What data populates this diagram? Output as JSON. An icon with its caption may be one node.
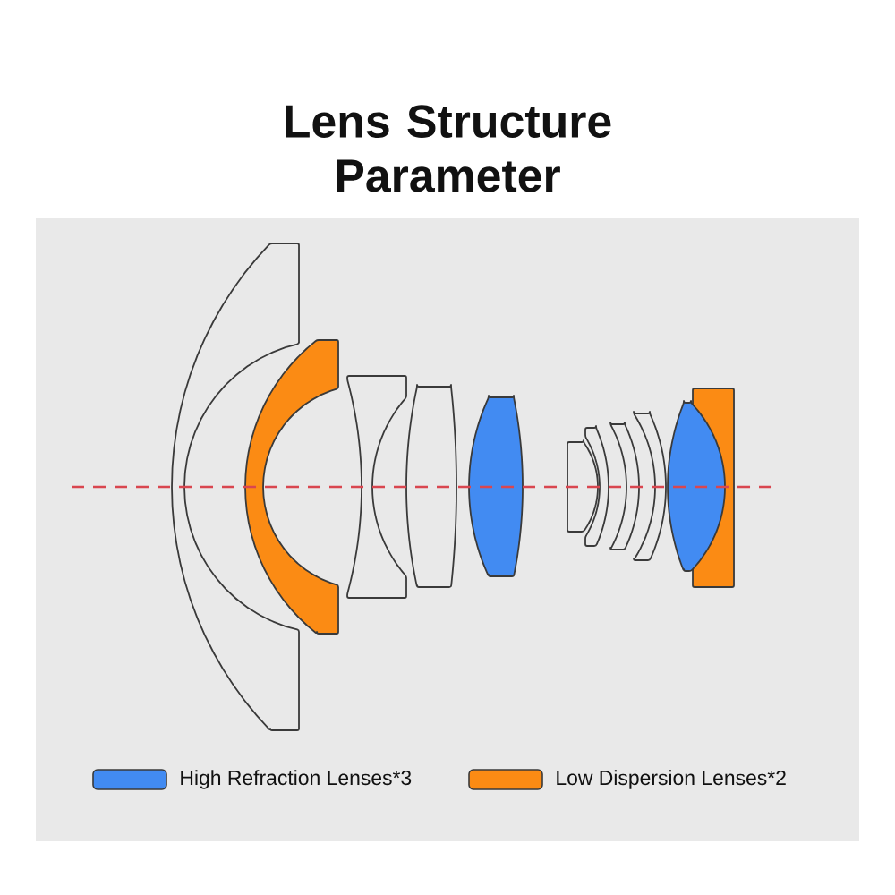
{
  "diagram": {
    "title": "Lens Structure Parameter",
    "legend": [
      {
        "text": "High Refraction Lenses*3",
        "color": "#428bf2"
      },
      {
        "text": "Low Dispersion Lenses*2",
        "color": "#fb8b14"
      }
    ]
  }
}
